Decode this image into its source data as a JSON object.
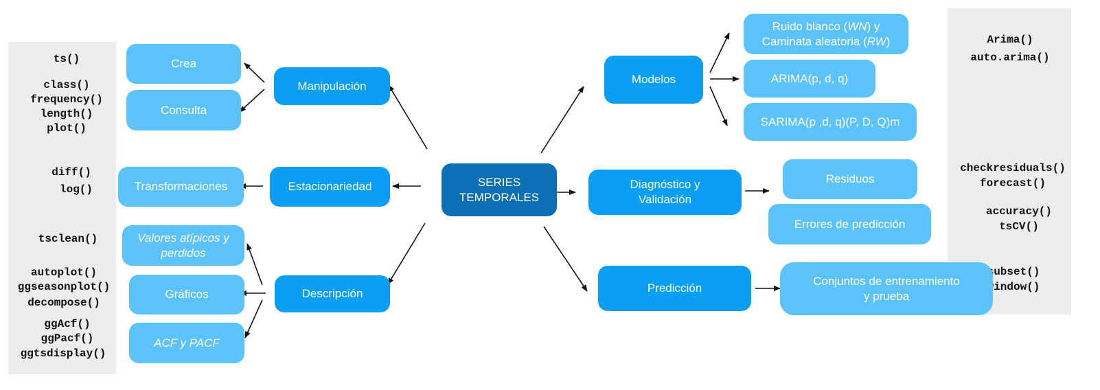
{
  "center": {
    "line1": "SERIES",
    "line2": "TEMPORALES"
  },
  "left": {
    "manipulacion": "Manipulación",
    "crea": "Crea",
    "consulta": "Consulta",
    "estacionariedad": "Estacionariedad",
    "transformaciones": "Transformaciones",
    "descripcion": "Descripción",
    "atipicos_line1": "Valores atípicos y",
    "atipicos_line2": "perdidos",
    "graficos": "Gráficos",
    "acf": "ACF y PACF"
  },
  "right": {
    "modelos": "Modelos",
    "ruido_line1_a": "Ruido blanco (",
    "ruido_line1_wn": "WN",
    "ruido_line1_b": ") y",
    "ruido_line2_a": "Caminata aleatoria (",
    "ruido_line2_rw": "RW",
    "ruido_line2_b": ")",
    "arima": "ARIMA(p, d, q)",
    "sarima": "SARIMA(p ,d, q)(P, D, Q)m",
    "diagnostico_line1": "Diagnóstico y",
    "diagnostico_line2": "Validación",
    "residuos": "Residuos",
    "errores": "Errores de predicción",
    "prediccion": "Predicción",
    "conjuntos_line1": "Conjuntos de entrenamiento",
    "conjuntos_line2": "y prueba"
  },
  "left_code": {
    "ts": "ts()",
    "class": "class()",
    "frequency": "frequency()",
    "length": "length()",
    "plot": "plot()",
    "diff": "diff()",
    "log": "log()",
    "tsclean": "tsclean()",
    "autoplot": "autoplot()",
    "ggseasonplot": "ggseasonplot()",
    "decompose": "decompose()",
    "ggacf": "ggAcf()",
    "ggpacf": "ggPacf()",
    "ggtsdisplay": "ggtsdisplay()"
  },
  "right_code": {
    "arima": "Arima()",
    "auto_arima": "auto.arima()",
    "checkresiduals": "checkresiduals()",
    "forecast": "forecast()",
    "accuracy": "accuracy()",
    "tscv": "tsCV()",
    "subset": "subset()",
    "window": "window()"
  },
  "colors": {
    "center": "#0a6fb5",
    "primary": "#0a9ef5",
    "secondary": "#5bc2fb",
    "panel": "#ececec"
  }
}
